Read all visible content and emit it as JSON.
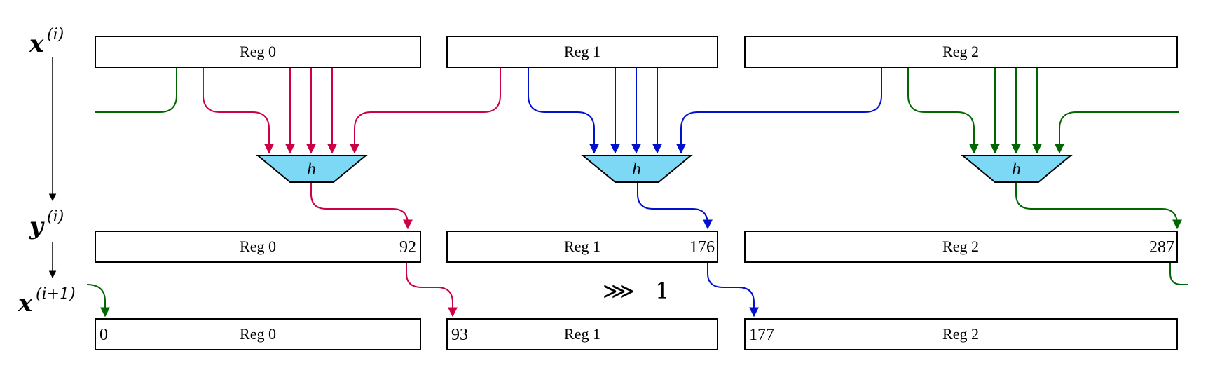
{
  "rows": [
    {
      "var": "x",
      "sup": "(i)"
    },
    {
      "var": "y",
      "sup": "(i)"
    },
    {
      "var": "x",
      "sup": "(i+1)"
    }
  ],
  "row_x": {
    "registers": [
      {
        "label": "Reg 0"
      },
      {
        "label": "Reg 1"
      },
      {
        "label": "Reg 2"
      }
    ]
  },
  "row_y": {
    "registers": [
      {
        "label": "Reg 0",
        "index": "92"
      },
      {
        "label": "Reg 1",
        "index": "176"
      },
      {
        "label": "Reg 2",
        "index": "287"
      }
    ]
  },
  "row_x_next": {
    "registers": [
      {
        "label": "Reg 0",
        "index": "0"
      },
      {
        "label": "Reg 1",
        "index": "93"
      },
      {
        "label": "Reg 2",
        "index": "177"
      }
    ]
  },
  "functions": [
    {
      "label": "h",
      "color": "#cc0044"
    },
    {
      "label": "h",
      "color": "#0011cc"
    },
    {
      "label": "h",
      "color": "#006600"
    }
  ],
  "shift": {
    "operator": "⋙",
    "amount": "1"
  },
  "colors": {
    "red": "#cc0044",
    "blue": "#0011cc",
    "green": "#006600",
    "function_fill": "#7dd8f5"
  }
}
